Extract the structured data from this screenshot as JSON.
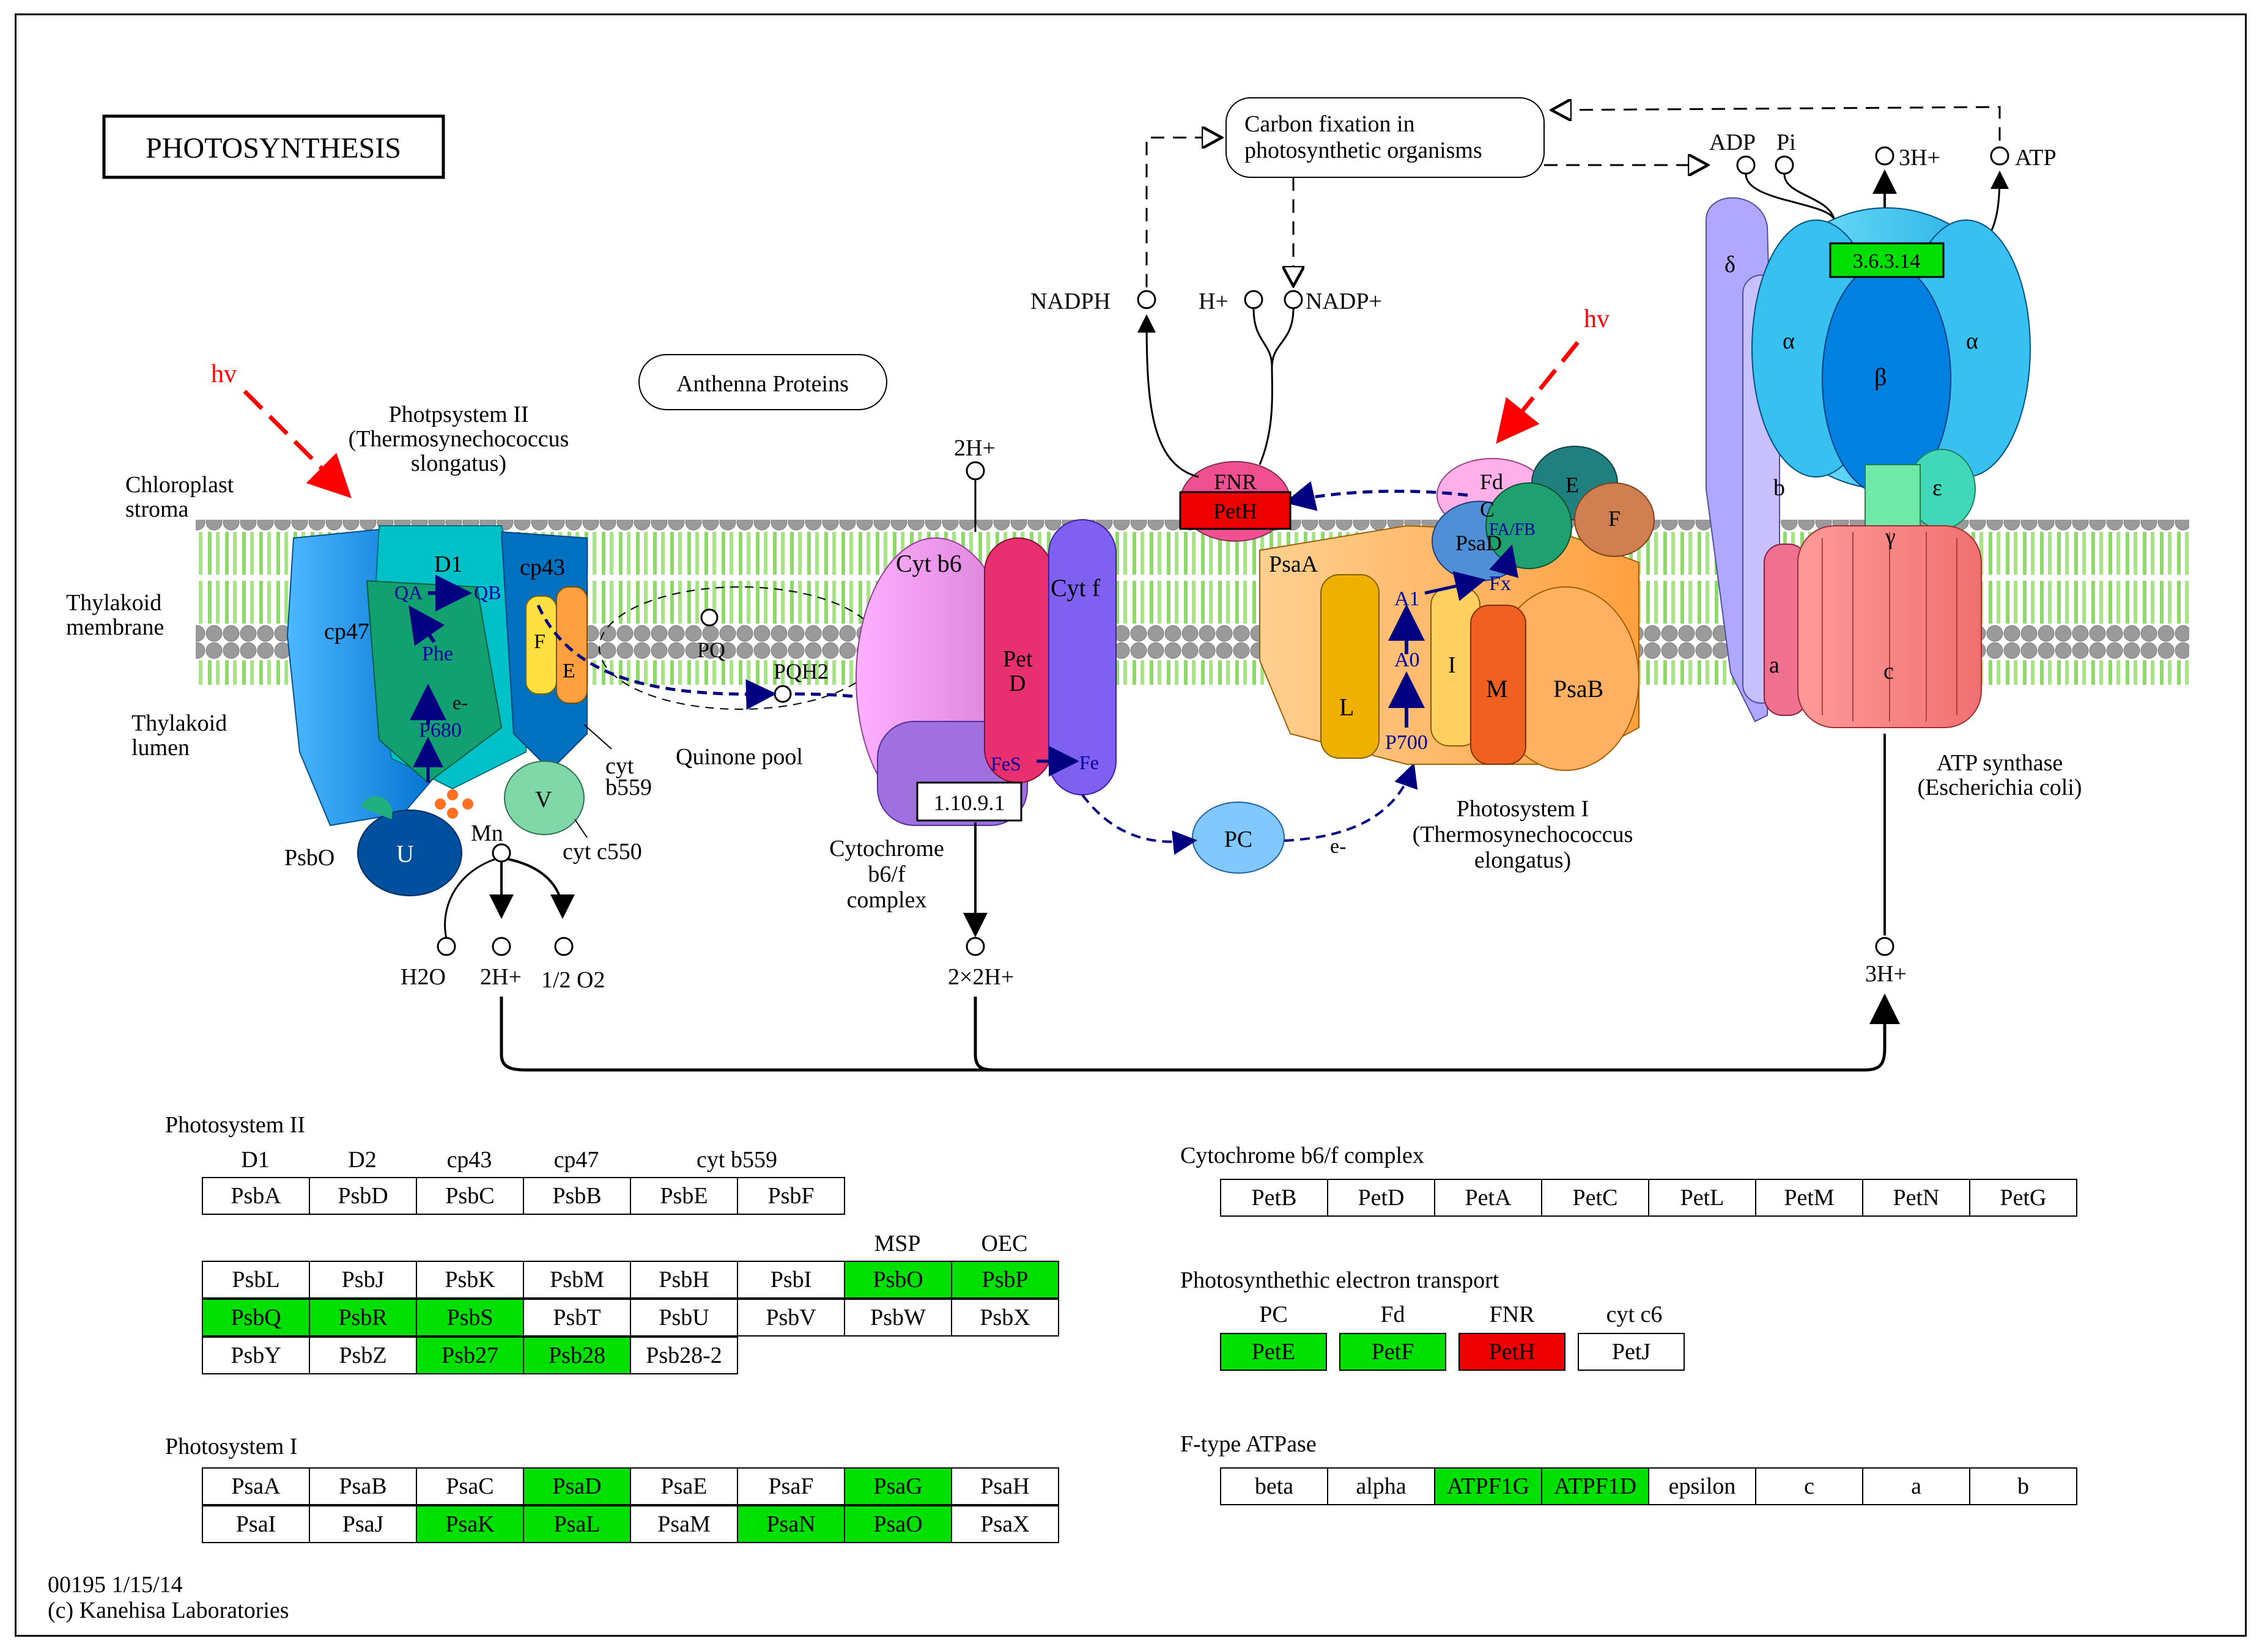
{
  "title": "PHOTOSYNTHESIS",
  "footer": {
    "code": "00195 1/15/14",
    "copyright": "(c) Kanehisa Laboratories"
  },
  "colors": {
    "highlight_green": "#00e000",
    "highlight_red": "#ee0000",
    "membrane_green": "#8fd86a",
    "lipid_gray": "#9a9a9a"
  },
  "diagram": {
    "hv_left": "hv",
    "hv_right": "hv",
    "photosystem2_title": [
      "Photpsystem II",
      "(Thermosynechococcus",
      "slongatus)"
    ],
    "stroma": [
      "Chloroplast",
      "stroma"
    ],
    "membrane": [
      "Thylakoid",
      "membrane"
    ],
    "lumen": [
      "Thylakoid",
      "lumen"
    ],
    "antenna": "Anthenna Proteins",
    "carbon_fixation": [
      "Carbon fixation in",
      "photosynthetic organisms"
    ],
    "quinone_pool": "Quinone pool",
    "ps2_parts": {
      "cp47": "cp47",
      "d1": "D1",
      "cp43": "cp43",
      "qa": "QA",
      "qb": "QB",
      "phe": "Phe",
      "e": "e-",
      "p680": "P680",
      "f": "F",
      "e_sub": "E",
      "v": "V",
      "u": "U",
      "psbo": "PsbO",
      "mn": "Mn",
      "cyt_b559": [
        "cyt",
        "b559"
      ],
      "cyt_c550": "cyt c550"
    },
    "pq": "PQ",
    "pqh2": "PQH2",
    "cyt_parts": {
      "cyt_b6": "Cyt b6",
      "pet_d": [
        "Pet",
        "D"
      ],
      "cyt_f": "Cyt f",
      "fes": "FeS",
      "fe": "Fe",
      "ec": "1.10.9.1"
    },
    "cyt_title": [
      "Cytochrome",
      "b6/f",
      "complex"
    ],
    "ps1_parts": {
      "fnr": "FNR",
      "peth": "PetH",
      "fd": "Fd",
      "psad": "PsaD",
      "c": "C",
      "e": "E",
      "f": "F",
      "fafb": "FA/FB",
      "psaa": "PsaA",
      "a1": "A1",
      "fx": "Fx",
      "a0": "A0",
      "l": "L",
      "i": "I",
      "m": "M",
      "psab": "PsaB",
      "p700": "P700"
    },
    "ps1_title": [
      "Photosystem I",
      "(Thermosynechococcus",
      "elongatus)"
    ],
    "pc": "PC",
    "pc_e": "e-",
    "atp_parts": {
      "delta": "δ",
      "alpha1": "α",
      "beta": "β",
      "alpha2": "α",
      "b": "b",
      "epsilon": "ε",
      "gamma": "γ",
      "a": "a",
      "c": "c",
      "ec": "3.6.3.14"
    },
    "atp_title": [
      "ATP synthase",
      "(Escherichia coli)"
    ],
    "metabolites": {
      "nadph": "NADPH",
      "h": "H+",
      "nadp": "NADP+",
      "adp": "ADP",
      "pi": "Pi",
      "h3top": "3H+",
      "atp": "ATP",
      "h2_cyt": "2H+",
      "h2o": "H2O",
      "h2_ps2": "2H+",
      "o2": "1/2 O2",
      "h2x2": "2×2H+",
      "h3bottom": "3H+"
    }
  },
  "tables": {
    "ps2": {
      "title": "Photosystem II",
      "headers1": [
        "D1",
        "D2",
        "cp43",
        "cp47",
        "cyt b559"
      ],
      "row1": [
        {
          "t": "PsbA",
          "h": ""
        },
        {
          "t": "PsbD",
          "h": ""
        },
        {
          "t": "PsbC",
          "h": ""
        },
        {
          "t": "PsbB",
          "h": ""
        },
        {
          "t": "PsbE",
          "h": ""
        },
        {
          "t": "PsbF",
          "h": ""
        }
      ],
      "headers2": [
        "MSP",
        "OEC"
      ],
      "row2": [
        {
          "t": "PsbL",
          "h": ""
        },
        {
          "t": "PsbJ",
          "h": ""
        },
        {
          "t": "PsbK",
          "h": ""
        },
        {
          "t": "PsbM",
          "h": ""
        },
        {
          "t": "PsbH",
          "h": ""
        },
        {
          "t": "PsbI",
          "h": ""
        },
        {
          "t": "PsbO",
          "h": "g"
        },
        {
          "t": "PsbP",
          "h": "g"
        }
      ],
      "row3": [
        {
          "t": "PsbQ",
          "h": "g"
        },
        {
          "t": "PsbR",
          "h": "g"
        },
        {
          "t": "PsbS",
          "h": "g"
        },
        {
          "t": "PsbT",
          "h": ""
        },
        {
          "t": "PsbU",
          "h": ""
        },
        {
          "t": "PsbV",
          "h": ""
        },
        {
          "t": "PsbW",
          "h": ""
        },
        {
          "t": "PsbX",
          "h": ""
        }
      ],
      "row4": [
        {
          "t": "PsbY",
          "h": ""
        },
        {
          "t": "PsbZ",
          "h": ""
        },
        {
          "t": "Psb27",
          "h": "g"
        },
        {
          "t": "Psb28",
          "h": "g"
        },
        {
          "t": "Psb28-2",
          "h": ""
        }
      ]
    },
    "ps1": {
      "title": "Photosystem I",
      "row1": [
        {
          "t": "PsaA",
          "h": ""
        },
        {
          "t": "PsaB",
          "h": ""
        },
        {
          "t": "PsaC",
          "h": ""
        },
        {
          "t": "PsaD",
          "h": "g"
        },
        {
          "t": "PsaE",
          "h": ""
        },
        {
          "t": "PsaF",
          "h": ""
        },
        {
          "t": "PsaG",
          "h": "g"
        },
        {
          "t": "PsaH",
          "h": ""
        }
      ],
      "row2": [
        {
          "t": "PsaI",
          "h": ""
        },
        {
          "t": "PsaJ",
          "h": ""
        },
        {
          "t": "PsaK",
          "h": "g"
        },
        {
          "t": "PsaL",
          "h": "g"
        },
        {
          "t": "PsaM",
          "h": ""
        },
        {
          "t": "PsaN",
          "h": "g"
        },
        {
          "t": "PsaO",
          "h": "g"
        },
        {
          "t": "PsaX",
          "h": ""
        }
      ]
    },
    "cyt": {
      "title": "Cytochrome b6/f complex",
      "row1": [
        {
          "t": "PetB",
          "h": ""
        },
        {
          "t": "PetD",
          "h": ""
        },
        {
          "t": "PetA",
          "h": ""
        },
        {
          "t": "PetC",
          "h": ""
        },
        {
          "t": "PetL",
          "h": ""
        },
        {
          "t": "PetM",
          "h": ""
        },
        {
          "t": "PetN",
          "h": ""
        },
        {
          "t": "PetG",
          "h": ""
        }
      ]
    },
    "pet": {
      "title": "Photosynthethic electron transport",
      "headers": [
        "PC",
        "Fd",
        "FNR",
        "cyt c6"
      ],
      "row1": [
        {
          "t": "PetE",
          "h": "g"
        },
        {
          "t": "PetF",
          "h": "g"
        },
        {
          "t": "PetH",
          "h": "r"
        },
        {
          "t": "PetJ",
          "h": ""
        }
      ]
    },
    "atpase": {
      "title": "F-type ATPase",
      "row1": [
        {
          "t": "beta",
          "h": ""
        },
        {
          "t": "alpha",
          "h": ""
        },
        {
          "t": "ATPF1G",
          "h": "g"
        },
        {
          "t": "ATPF1D",
          "h": "g"
        },
        {
          "t": "epsilon",
          "h": ""
        },
        {
          "t": "c",
          "h": ""
        },
        {
          "t": "a",
          "h": ""
        },
        {
          "t": "b",
          "h": ""
        }
      ]
    }
  }
}
